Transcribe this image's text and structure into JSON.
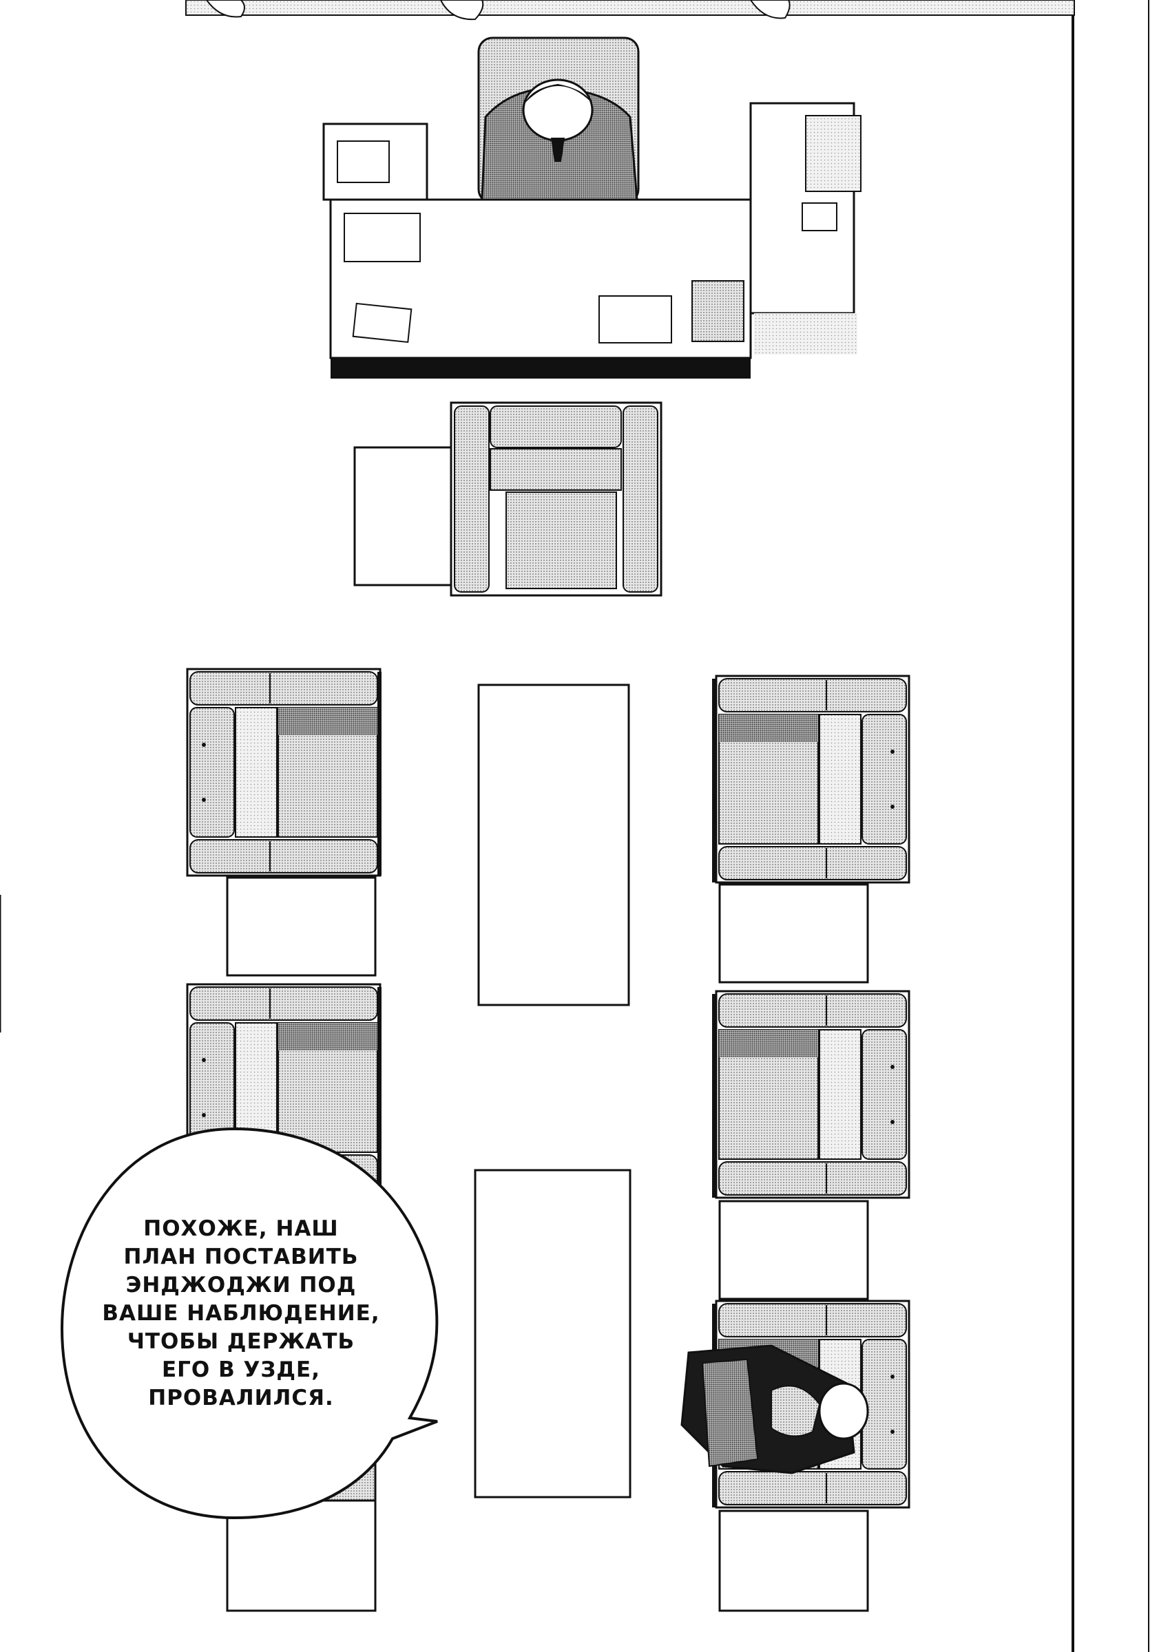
{
  "speech_bubble": {
    "lines": [
      "ПОХОЖЕ, НАШ",
      "ПЛАН ПОСТАВИТЬ",
      "ЭНДЖОДЖИ ПОД",
      "ВАШЕ НАБЛЮДЕНИЕ,",
      "ЧТОБЫ ДЕРЖАТЬ",
      "ЕГО В УЗДЕ,",
      "ПРОВАЛИЛСЯ."
    ]
  },
  "colors": {
    "ink": "#111111",
    "paper": "#ffffff",
    "screentone": "#bdbdbd"
  }
}
